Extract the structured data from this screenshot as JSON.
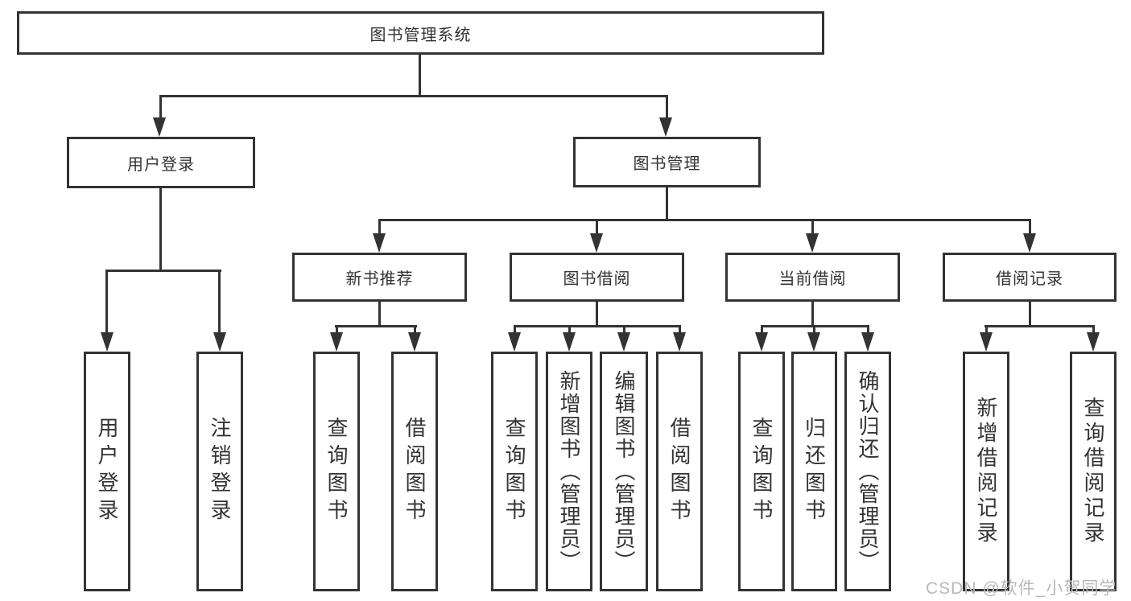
{
  "colors": {
    "line": "#333333",
    "text": "#333333",
    "background": "#ffffff",
    "watermark": "#b8b8b8"
  },
  "tree": {
    "root": "图书管理系统",
    "branches": [
      {
        "label": "用户登录",
        "children": [
          "用户登录",
          "注销登录"
        ]
      },
      {
        "label": "图书管理",
        "children": [
          {
            "label": "新书推荐",
            "children": [
              "查询图书",
              "借阅图书"
            ]
          },
          {
            "label": "图书借阅",
            "children": [
              "查询图书",
              "新增图书（管理员）",
              "编辑图书（管理员）",
              "借阅图书"
            ]
          },
          {
            "label": "当前借阅",
            "children": [
              "查询图书",
              "归还图书",
              "确认归还（管理员）"
            ]
          },
          {
            "label": "借阅记录",
            "children": [
              "新增借阅记录",
              "查询借阅记录"
            ]
          }
        ]
      }
    ]
  },
  "watermark": {
    "text": "CSDN @软件_小贺同学"
  }
}
